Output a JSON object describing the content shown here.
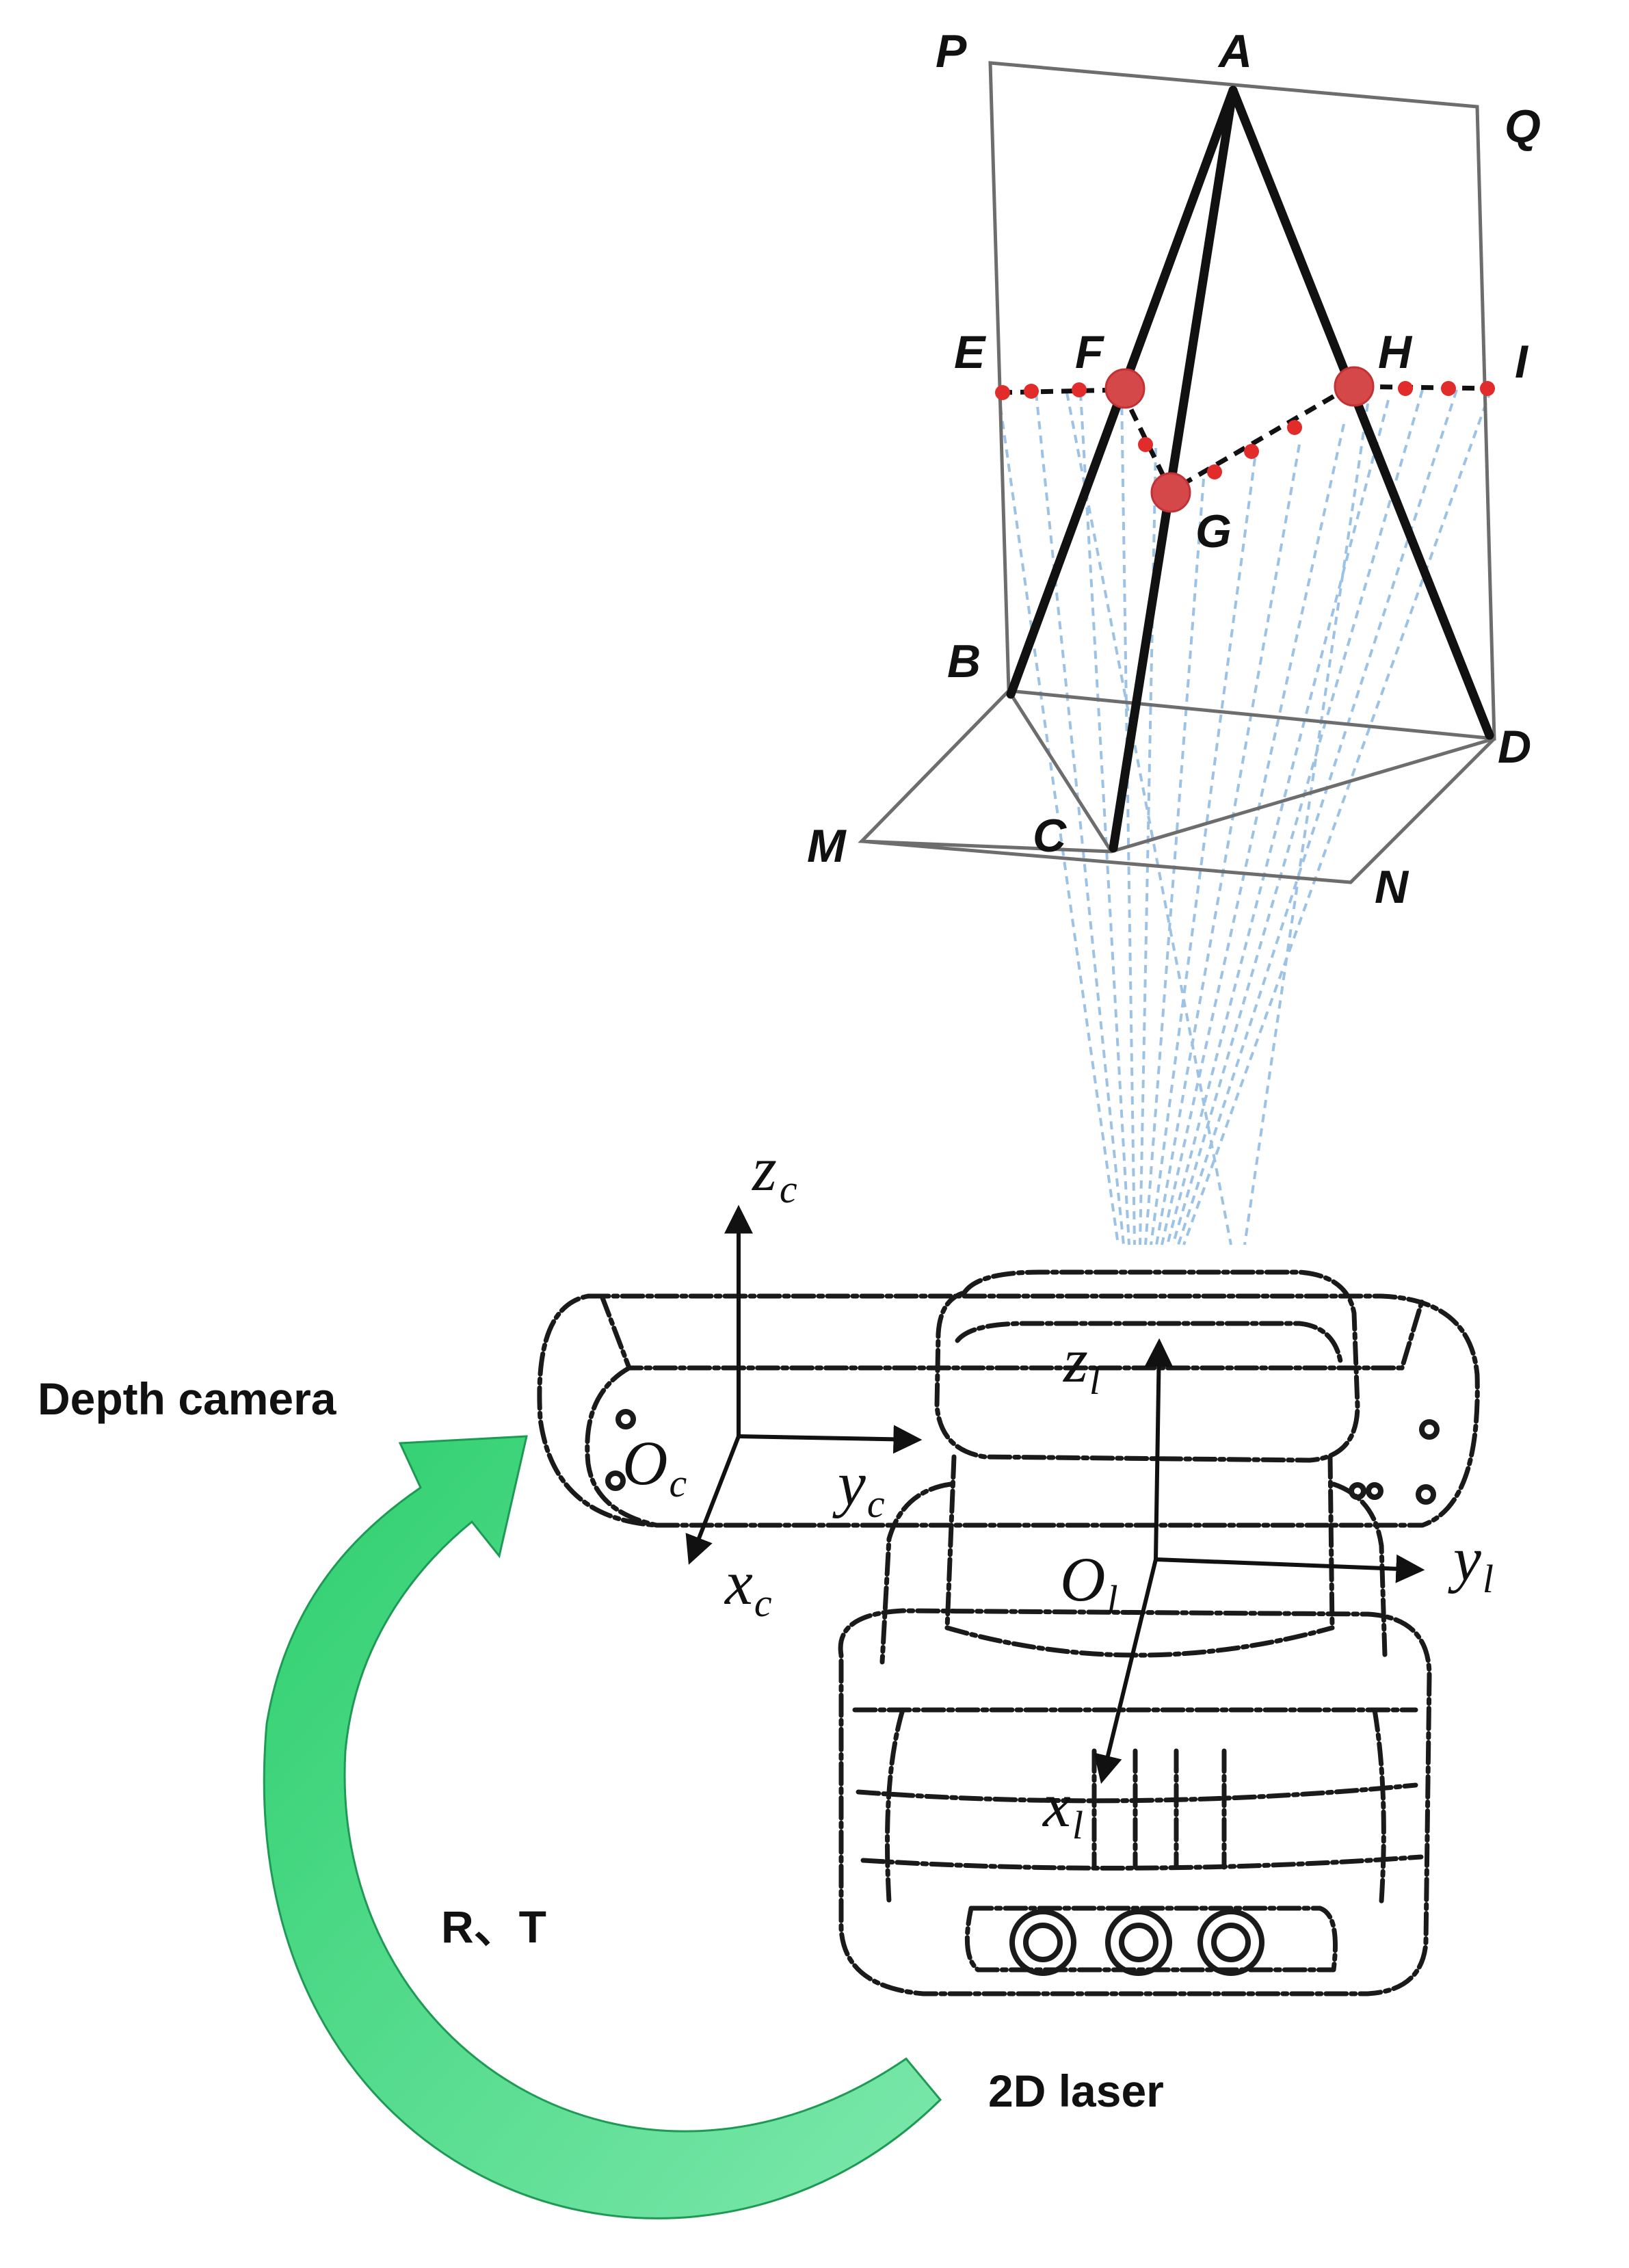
{
  "points": {
    "P": "P",
    "A": "A",
    "Q": "Q",
    "E": "E",
    "F": "F",
    "H": "H",
    "I": "I",
    "G": "G",
    "B": "B",
    "D": "D",
    "M": "M",
    "C": "C",
    "N": "N"
  },
  "camera_axes": {
    "z": "z",
    "z_sub": "c",
    "origin": "O",
    "origin_sub": "c",
    "y": "y",
    "y_sub": "c",
    "x": "x",
    "x_sub": "c"
  },
  "laser_axes": {
    "z": "z",
    "z_sub": "l",
    "origin": "O",
    "origin_sub": "l",
    "y": "y",
    "y_sub": "l",
    "x": "x",
    "x_sub": "l"
  },
  "captions": {
    "depth_camera": "Depth camera",
    "transform": "R、T",
    "laser": "2D laser"
  },
  "colors": {
    "arrow_green_light": "#64e39c",
    "arrow_green_dark": "#2ecf6e",
    "scan_point_red": "#e22b2b",
    "ray_blue": "#9cc2e5"
  }
}
